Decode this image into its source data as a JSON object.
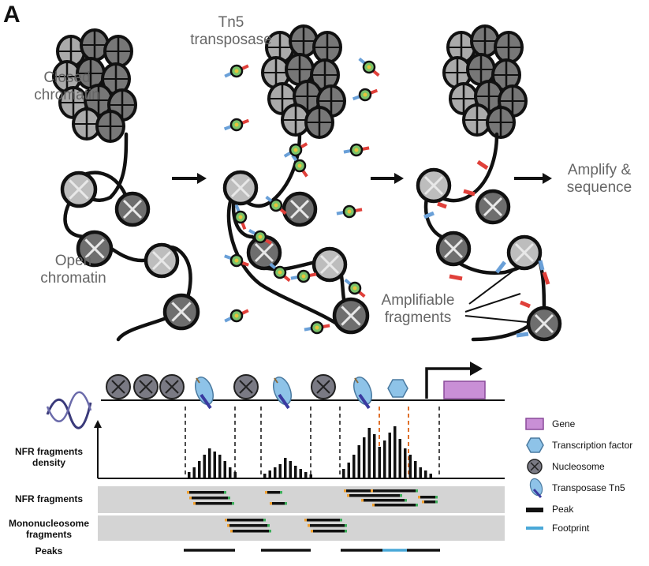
{
  "panel_label": "A",
  "top": {
    "tn5_label_line1": "Tn5",
    "tn5_label_line2": "transposase",
    "closed_line1": "Closed",
    "closed_line2": "chromatin",
    "open_line1": "Open",
    "open_line2": "chromatin",
    "amplify_line1": "Amplify &",
    "amplify_line2": "sequence",
    "fragments_line1": "Amplifiable",
    "fragments_line2": "fragments"
  },
  "bottom": {
    "density_line1": "NFR fragments",
    "density_line2": "density",
    "nfr_fragments": "NFR fragments",
    "mono_line1": "Mononucleosome",
    "mono_line2": "fragments",
    "peaks": "Peaks"
  },
  "legend": {
    "gene": "Gene",
    "tf": "Transcription factor",
    "nucleosome": "Nucleosome",
    "tn5": "Transposase Tn5",
    "peak": "Peak",
    "footprint": "Footprint"
  },
  "colors": {
    "red_tag": "#e0403a",
    "blue_tag": "#6aa0d8",
    "gene": "#c98fd6",
    "tf": "#8ec3e8",
    "nucleosome": "#7a7a84",
    "footprint": "#4aa8d8",
    "fragment_gray": "#d4d4d4",
    "orange_end": "#f0a030",
    "green_end": "#3cae5a",
    "dashed_orange": "#e0702a"
  },
  "icons": [
    "arrow-right-icon",
    "transcription-start-arrow-icon",
    "dna-helix-icon"
  ]
}
